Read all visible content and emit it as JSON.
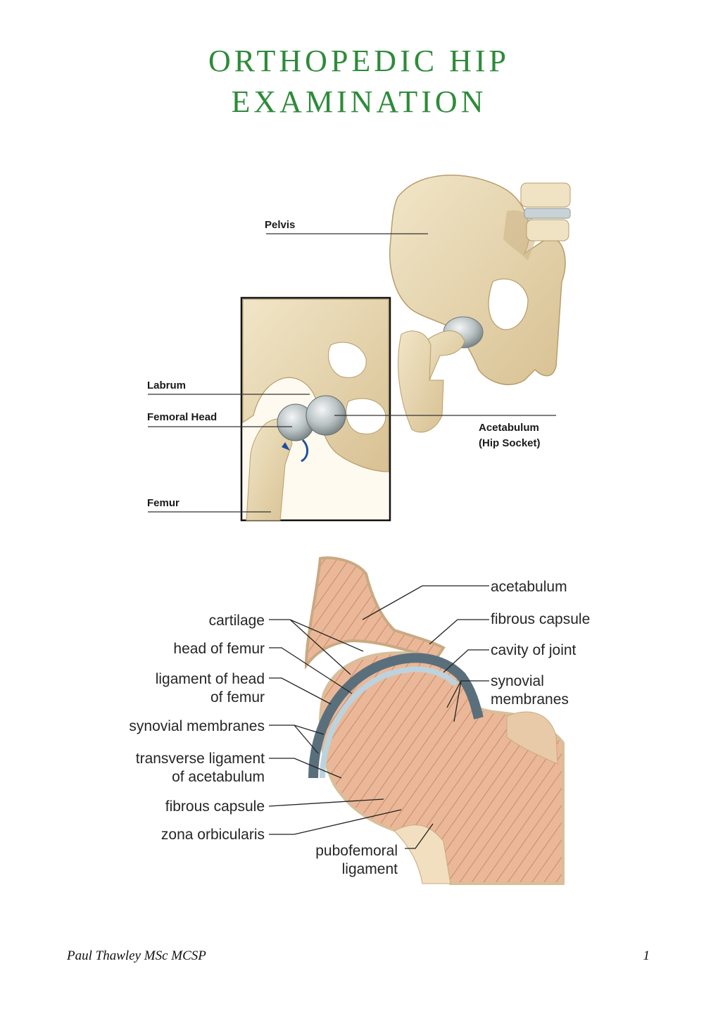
{
  "title": {
    "line1": "ORTHOPEDIC HIP",
    "line2": "EXAMINATION"
  },
  "figure1": {
    "labels": {
      "pelvis": "Pelvis",
      "labrum": "Labrum",
      "femoral_head": "Femoral Head",
      "femur": "Femur",
      "acetabulum": "Acetabulum",
      "hip_socket": "(Hip Socket)"
    }
  },
  "figure2": {
    "labels": {
      "cartilage": "cartilage",
      "head_of_femur": "head of femur",
      "ligament_head_1": "ligament of head",
      "ligament_head_2": "of femur",
      "synovial_left": "synovial membranes",
      "transverse_1": "transverse ligament",
      "transverse_2": "of acetabulum",
      "fibrous_left": "fibrous capsule",
      "zona": "zona orbicularis",
      "acetabulum": "acetabulum",
      "fibrous_right": "fibrous capsule",
      "cavity": "cavity of joint",
      "synovial_right_1": "synovial",
      "synovial_right_2": "membranes",
      "pubofemoral_1": "pubofemoral",
      "pubofemoral_2": "ligament"
    }
  },
  "footer": {
    "author": "Paul Thawley MSc  MCSP",
    "page_number": "1"
  },
  "colors": {
    "title": "#2e8b3a",
    "bone": "#e8d9b5",
    "cancellous": "#e9b99a",
    "cartilage": "#8fa9b8"
  }
}
